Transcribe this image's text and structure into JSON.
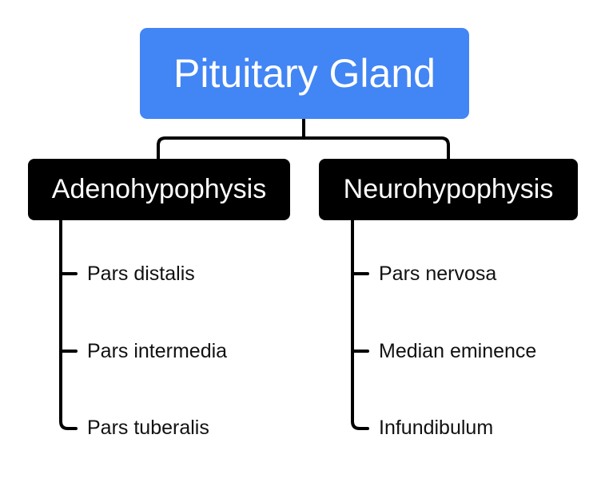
{
  "root": {
    "label": "Pituitary Gland",
    "color": "#4285f4"
  },
  "branches": [
    {
      "label": "Adenohypophysis",
      "color": "#000000",
      "children": [
        "Pars distalis",
        "Pars intermedia",
        "Pars tuberalis"
      ]
    },
    {
      "label": "Neurohypophysis",
      "color": "#000000",
      "children": [
        "Pars nervosa",
        "Median eminence",
        "Infundibulum"
      ]
    }
  ]
}
